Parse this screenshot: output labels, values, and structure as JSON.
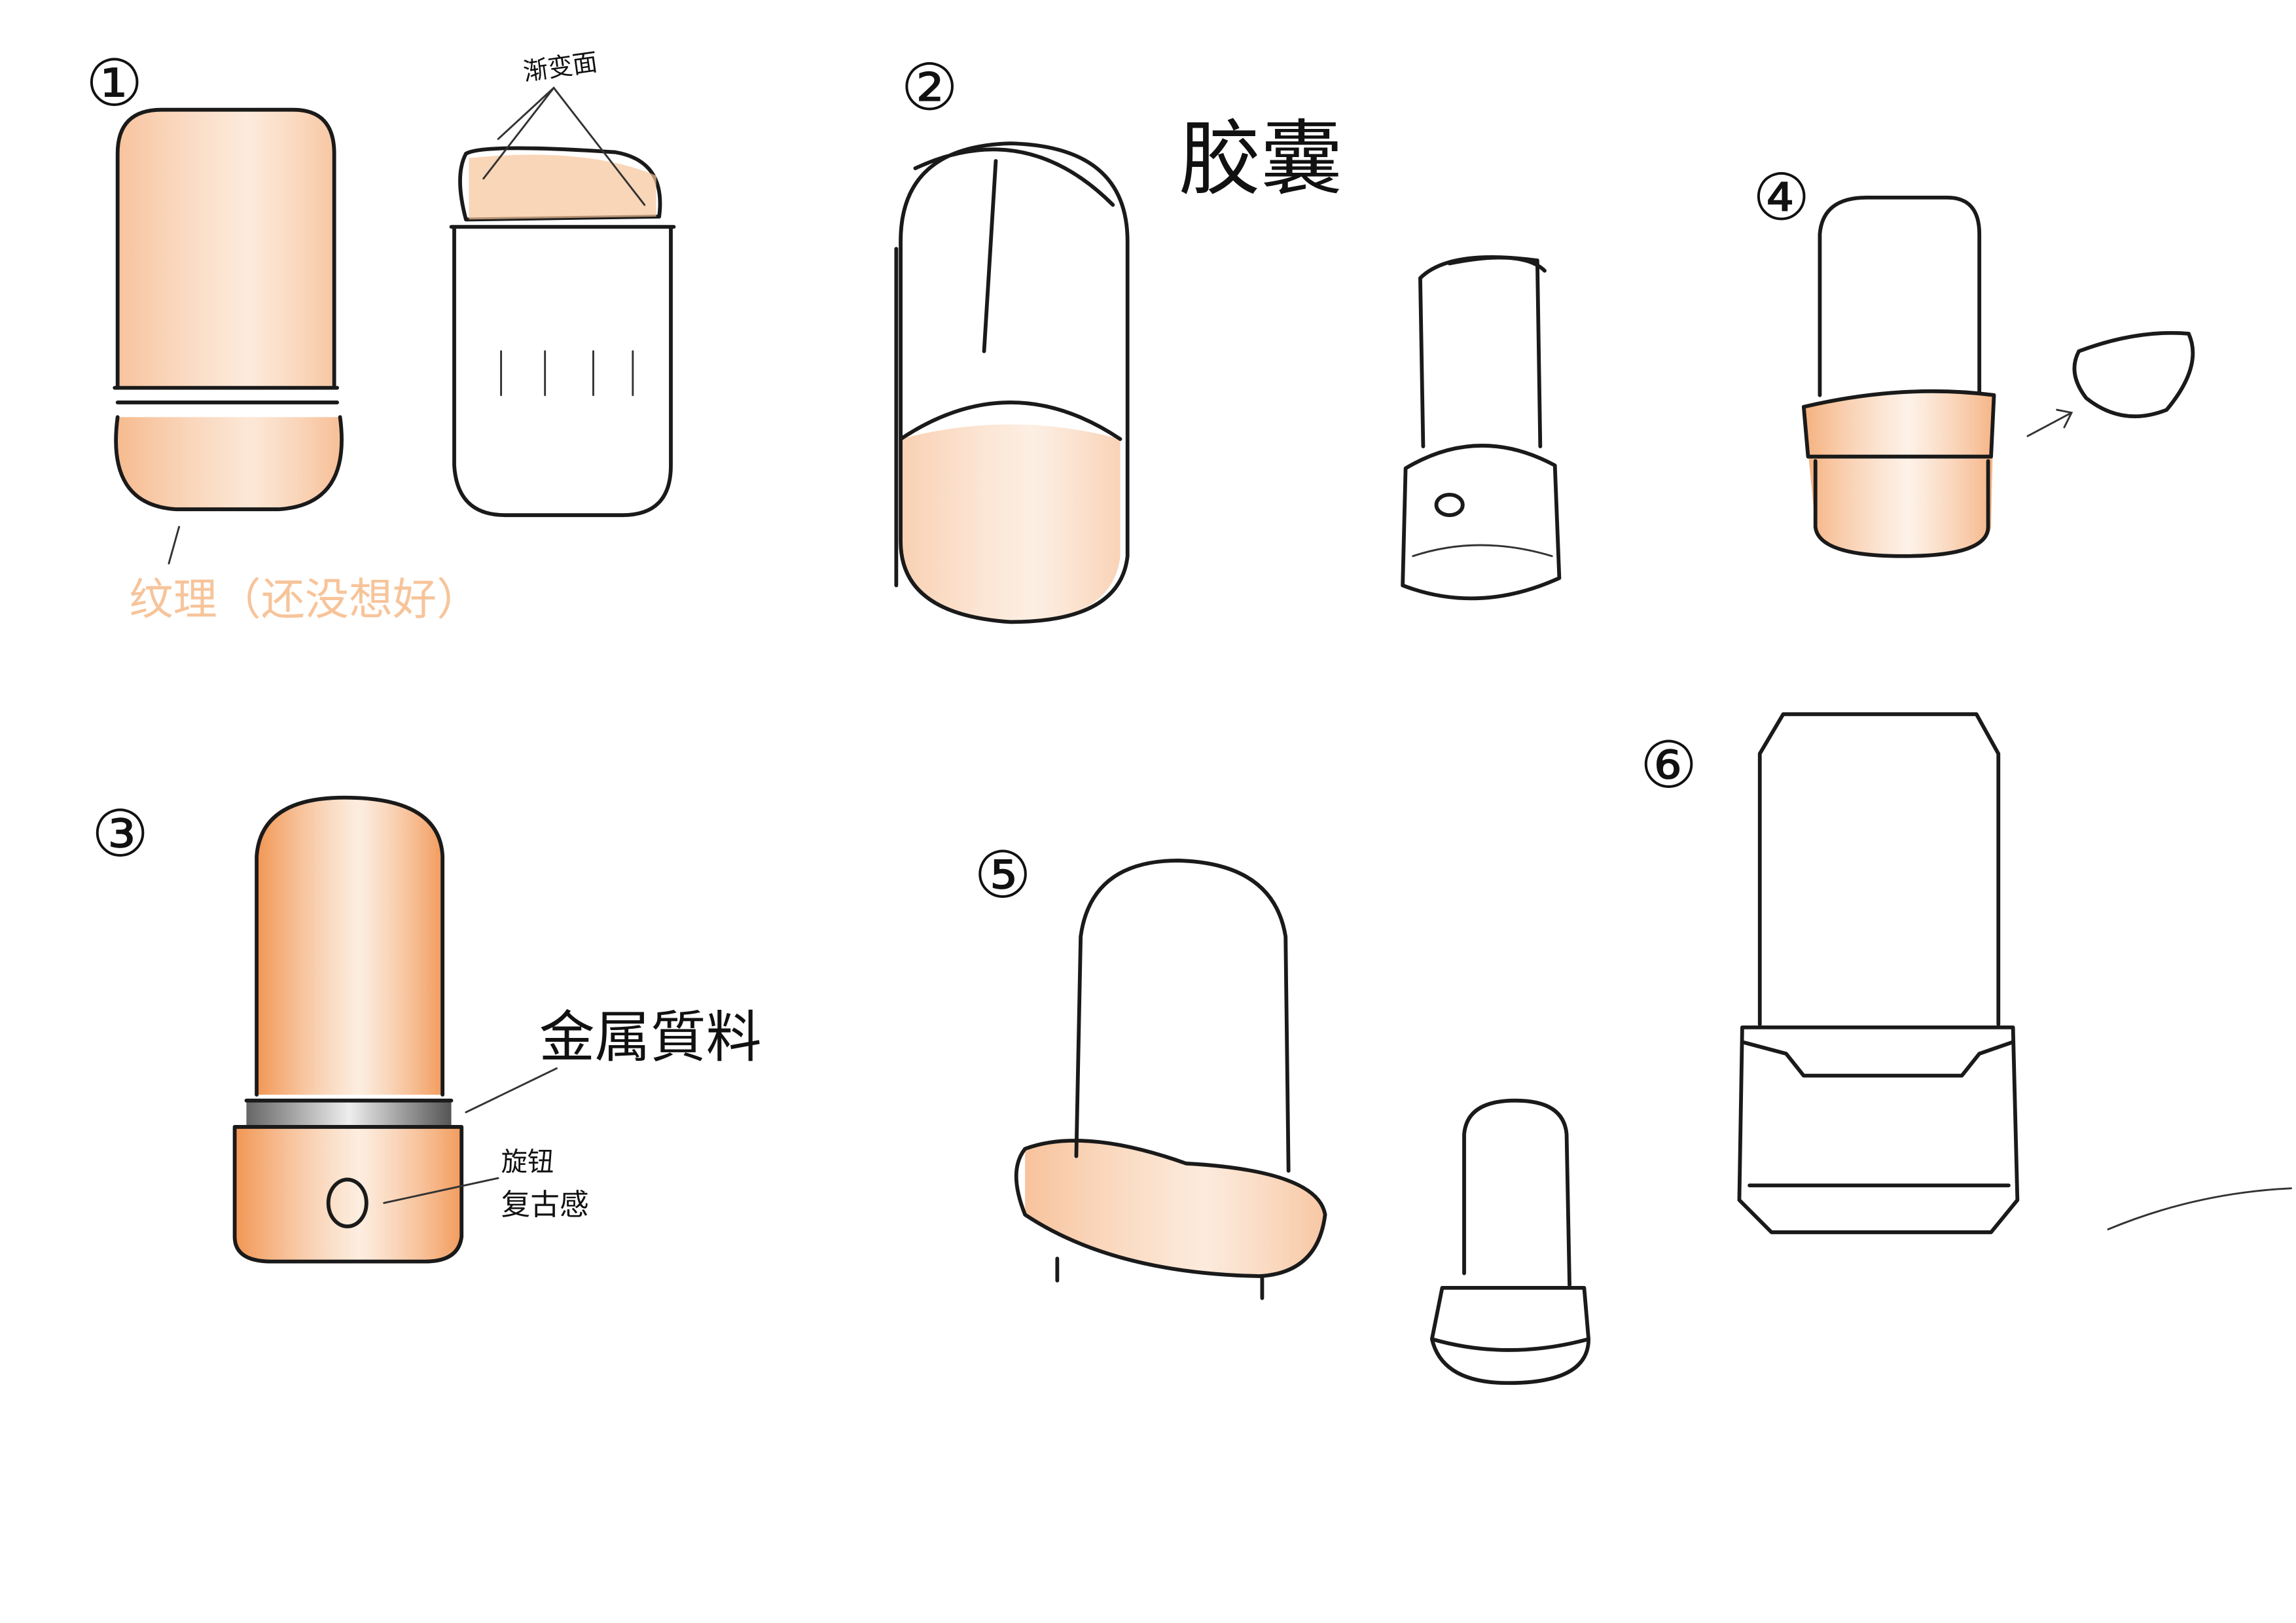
{
  "colors": {
    "ink": "#1a1a1a",
    "accent_orange": "#f29a5a",
    "light_orange": "#f7c49a",
    "metal": "#9a9a9a"
  },
  "sketches": [
    {
      "number": "①",
      "notes": [
        "渐变面",
        "纹理（还没想好）"
      ]
    },
    {
      "number": "②",
      "notes": [
        "胶囊"
      ]
    },
    {
      "number": "④",
      "notes": []
    },
    {
      "number": "③",
      "notes": [
        "金属質料",
        "旋钮",
        "复古感"
      ]
    },
    {
      "number": "⑤",
      "notes": []
    },
    {
      "number": "⑥",
      "notes": []
    }
  ]
}
